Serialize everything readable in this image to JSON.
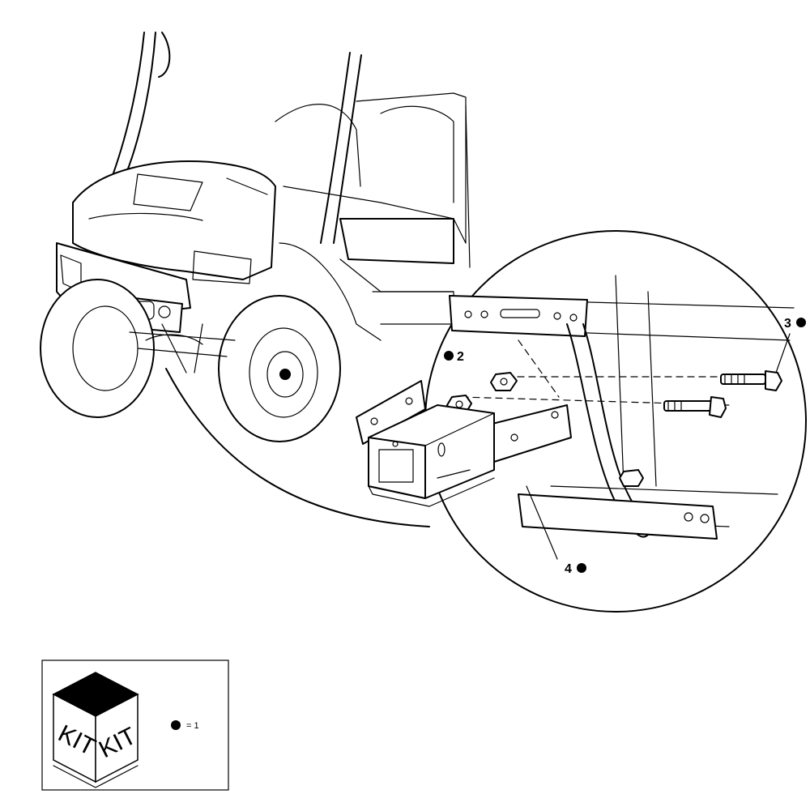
{
  "callouts": [
    {
      "id": "2",
      "label": "2"
    },
    {
      "id": "3",
      "label": "3"
    },
    {
      "id": "4",
      "label": "4"
    }
  ],
  "legend": {
    "kit_left": "KIT",
    "kit_right": "KIT",
    "equals": "= 1"
  },
  "colors": {
    "line": "#000000",
    "background": "#ffffff",
    "kit_top": "#000000"
  }
}
